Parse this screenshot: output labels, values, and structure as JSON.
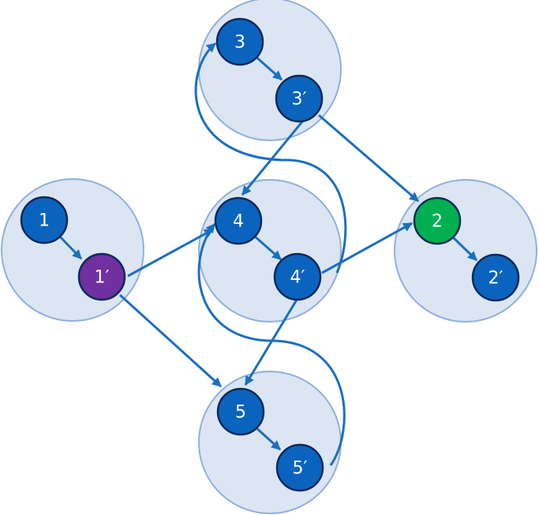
{
  "colors": {
    "node_default": "#0a64bd",
    "node_purple": "#7030a0",
    "node_green": "#00b050",
    "edge": "#1a6fbf",
    "group_fill": "#dce5f2",
    "group_stroke": "#8fb0dc"
  },
  "nodes": {
    "n1": {
      "label": "1",
      "color": "node_default"
    },
    "n1p": {
      "label": "1′",
      "color": "node_purple"
    },
    "n3": {
      "label": "3",
      "color": "node_default"
    },
    "n3p": {
      "label": "3′",
      "color": "node_default"
    },
    "n4": {
      "label": "4",
      "color": "node_default"
    },
    "n4p": {
      "label": "4′",
      "color": "node_default"
    },
    "n2": {
      "label": "2",
      "color": "node_green"
    },
    "n2p": {
      "label": "2′",
      "color": "node_default"
    },
    "n5": {
      "label": "5",
      "color": "node_default"
    },
    "n5p": {
      "label": "5′",
      "color": "node_default"
    }
  },
  "edges": [
    {
      "from": "1",
      "to": "1′"
    },
    {
      "from": "3",
      "to": "3′"
    },
    {
      "from": "4",
      "to": "4′"
    },
    {
      "from": "2",
      "to": "2′"
    },
    {
      "from": "5",
      "to": "5′"
    },
    {
      "from": "1′",
      "to": "4"
    },
    {
      "from": "1′",
      "to": "5"
    },
    {
      "from": "3′",
      "to": "4"
    },
    {
      "from": "3′",
      "to": "2"
    },
    {
      "from": "4′",
      "to": "2"
    },
    {
      "from": "4′",
      "to": "3"
    },
    {
      "from": "4′",
      "to": "5"
    },
    {
      "from": "5′",
      "to": "4"
    }
  ]
}
